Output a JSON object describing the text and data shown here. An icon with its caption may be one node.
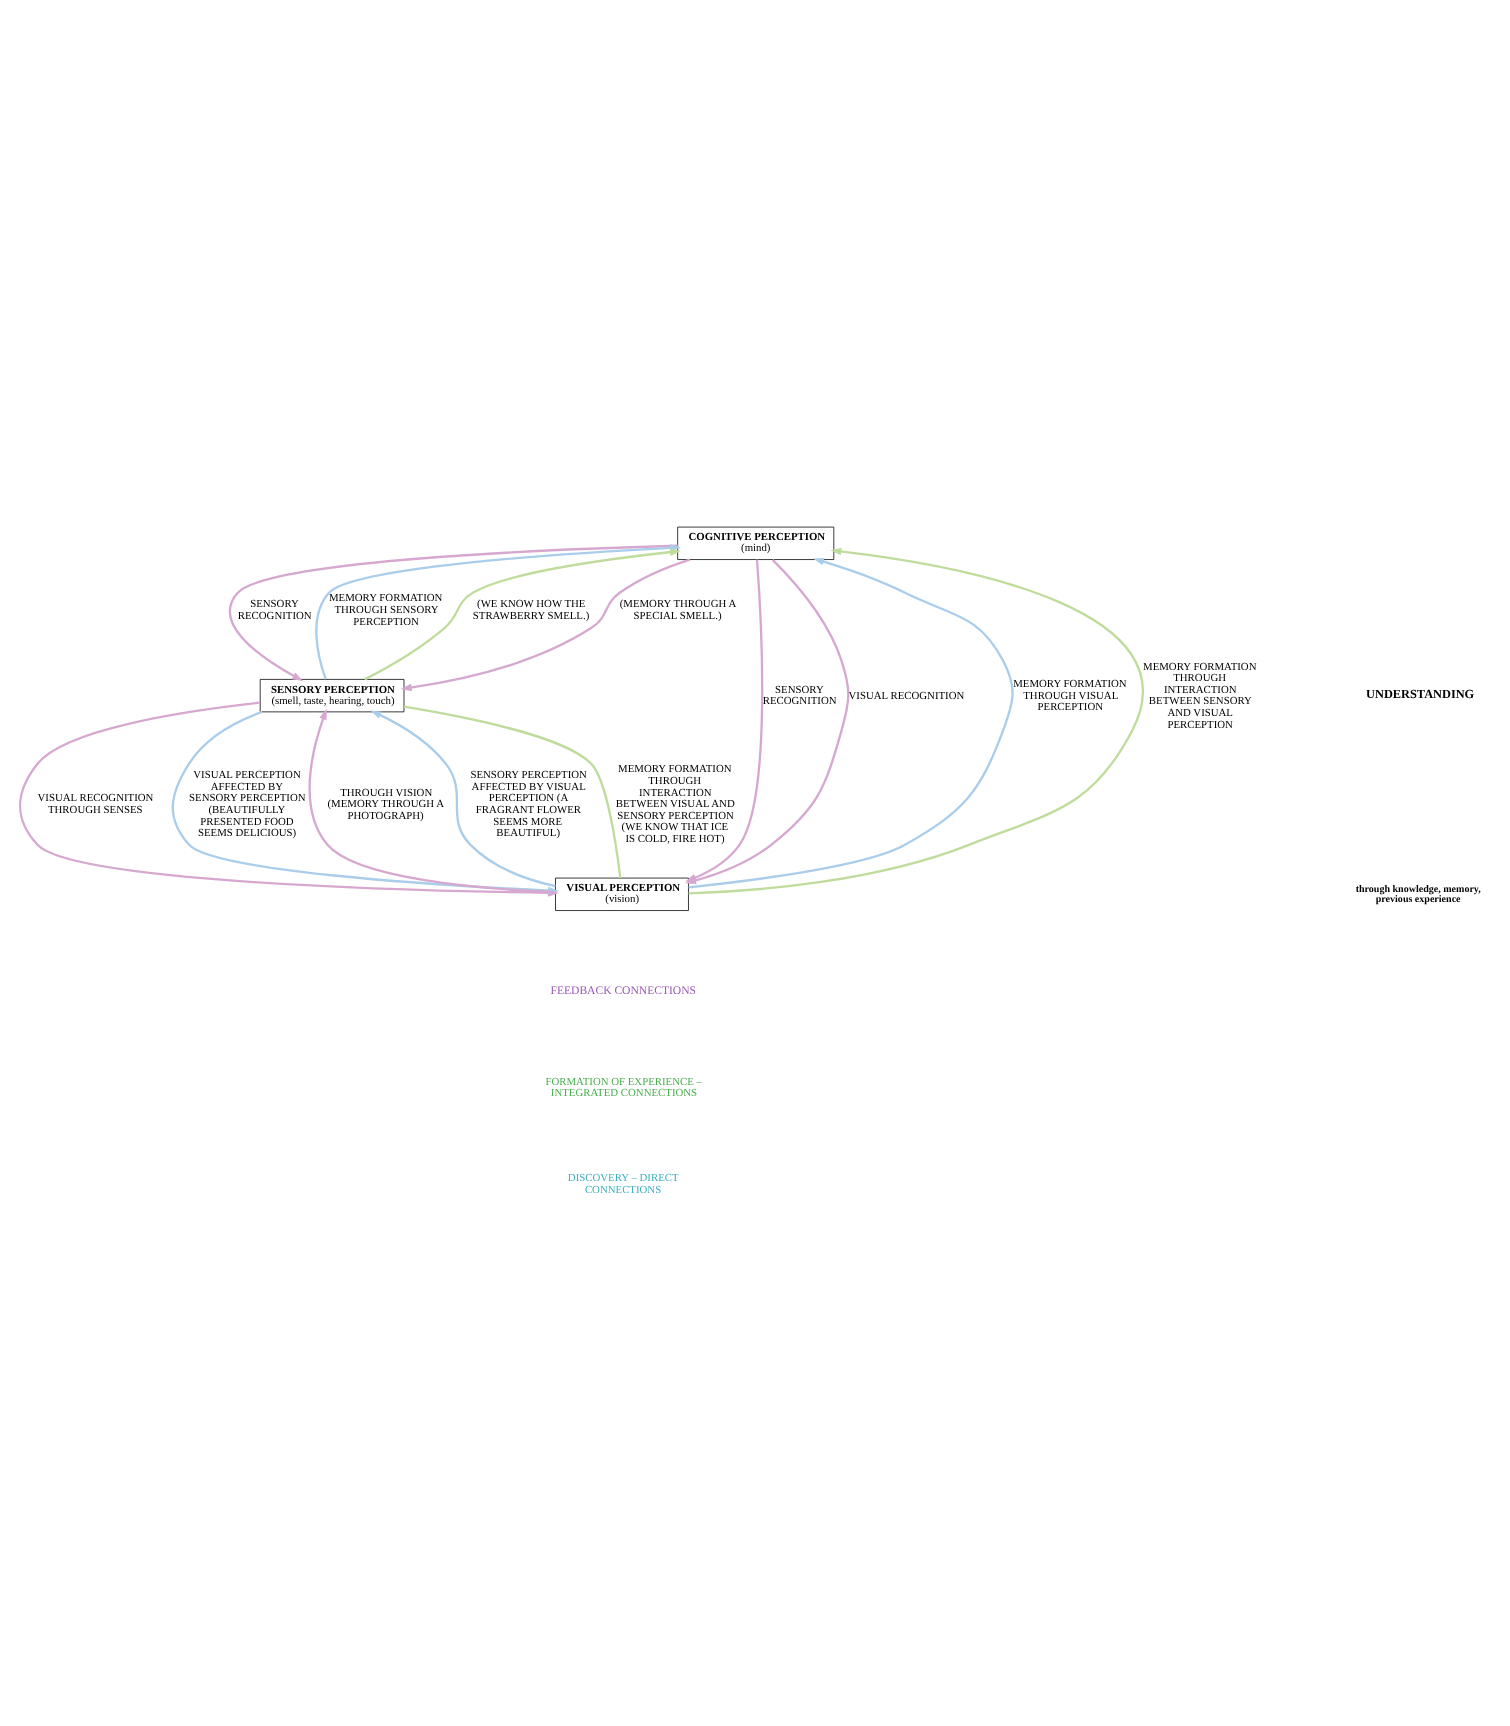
{
  "diagram": {
    "nodes": [
      {
        "text": [
          "COGNITIVE PERCEPTION",
          "(mind)"
        ]
      },
      {
        "text": [
          "SENSORY PERCEPTION",
          "(smell, taste, hearing, touch)"
        ]
      },
      {
        "text": [
          "VISUAL PERCEPTION",
          "(vision)"
        ]
      }
    ],
    "edges": [
      {
        "from": 1,
        "to": 0,
        "arrow": "to",
        "label": "MEMORY FORMATION THROUGH SENSORY PERCEPTION",
        "color": "#a9cdea"
      },
      {
        "from": 2,
        "to": 0,
        "arrow": "to",
        "label": "MEMORY FORMATION THROUGH VISUAL PERCEPTION",
        "color": "#a9cdea"
      },
      {
        "from": 1,
        "to": 0,
        "arrow": "to",
        "label": "(WE KNOW HOW THE STRAWBERRY SMELL.)",
        "color": "#bfdc9c"
      },
      {
        "from": 2,
        "to": 0,
        "arrow": "to",
        "label": "MEMORY FORMATION THROUGH INTERACTION BETWEEN SENSORY AND VISUAL PERCEPTION",
        "color": "#bfdc9c"
      },
      {
        "from": 1,
        "to": 2,
        "arrow": "none",
        "label": "MEMORY FORMATION THROUGH INTERACTION BETWEEN VISUAL AND SENSORY PERCEPTION (WE KNOW THAT ICE IS COLD, FIRE HOT)",
        "color": "#bfdc9c"
      },
      {
        "from": 0,
        "to": 1,
        "arrow": "to",
        "label": "(MEMORY THROUGH A SPECIAL SMELL.)",
        "color": "#d6a8d0"
      },
      {
        "from": 0,
        "to": 1,
        "arrow": "to",
        "label": "SENSORY RECOGNITION",
        "color": "#d6a8d0"
      },
      {
        "from": 0,
        "to": 2,
        "arrow": "to",
        "label": "SENSORY RECOGNITION",
        "color": "#d6a8d0"
      },
      {
        "from": 0,
        "to": 2,
        "arrow": "to",
        "label": "VISUAL RECOGNITION",
        "color": "#d6a8d0"
      },
      {
        "from": 2,
        "to": 1,
        "arrow": "to",
        "label": "THROUGH VISION (MEMORY THROUGH A PHOTOGRAPH)",
        "color": "#d6a8d0"
      },
      {
        "from": 1,
        "to": 2,
        "arrow": "to",
        "label": "VISUAL RECOGNITION THROUGH SENSES",
        "color": "#d6a8d0"
      },
      {
        "from": 2,
        "to": 1,
        "arrow": "to",
        "label": "SENSORY PERCEPTION AFFECTED BY VISUAL PERCEPTION (A FRAGRANT FLOWER SEEMS MORE BEAUTIFUL)",
        "color": "#a9cdea"
      },
      {
        "from": 1,
        "to": 2,
        "arrow": "to",
        "label": "VISUAL PERCEPTION AFFECTED BY SENSORY PERCEPTION (BEAUTIFULLY PRESENTED FOOD SEEMS DELICIOUS)",
        "color": "#a9cdea"
      }
    ],
    "labels": [
      "UNDERSTANDING",
      "through knowledge, memory, previous experience",
      "FEEDBACK CONNECTIONS",
      "FORMATION OF EXPERIENCE – INTEGRATED CONNECTIONS",
      "DISCOVERY – DIRECT CONNECTIONS"
    ]
  }
}
